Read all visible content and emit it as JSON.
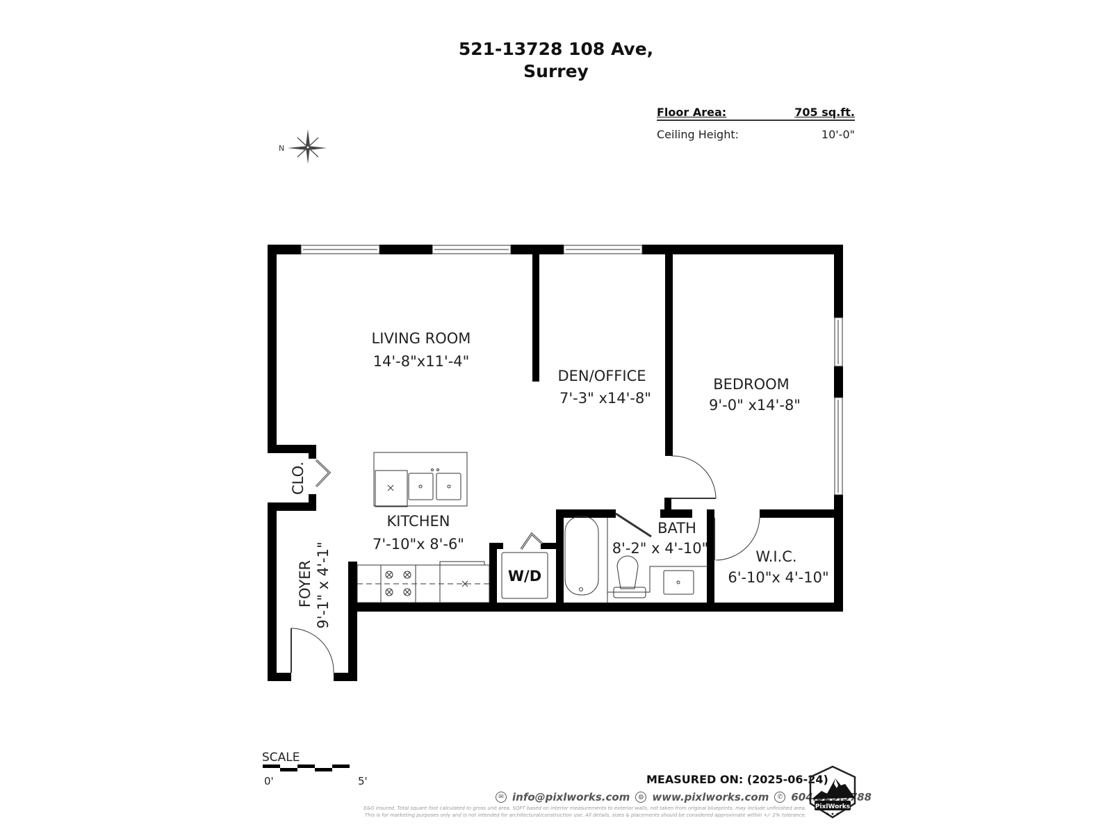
{
  "header": {
    "address_line1": "521-13728 108 Ave,",
    "address_line2": "Surrey"
  },
  "specs": {
    "floor_area_label": "Floor Area:",
    "floor_area_value": "705 sq.ft.",
    "ceiling_height_label": "Ceiling Height:",
    "ceiling_height_value": "10'-0\""
  },
  "compass": {
    "label": "N",
    "icon": "compass-rose-icon"
  },
  "rooms": [
    {
      "name": "LIVING ROOM",
      "dims": "14'-8\"x11'-4\""
    },
    {
      "name": "DEN/OFFICE",
      "dims": "7'-3\" x14'-8\""
    },
    {
      "name": "BEDROOM",
      "dims": "9'-0\" x14'-8\""
    },
    {
      "name": "KITCHEN",
      "dims": "7'-10\"x 8'-6\""
    },
    {
      "name": "BATH",
      "dims": "8'-2\" x 4'-10\""
    },
    {
      "name": "W.I.C.",
      "dims": "6'-10\"x 4'-10\""
    },
    {
      "name": "FOYER",
      "dims": "9'-1\" x 4'-1\""
    },
    {
      "name": "CLO.",
      "dims": ""
    }
  ],
  "fixtures": {
    "washer_dryer_label": "W/D"
  },
  "scale": {
    "label": "SCALE",
    "start": "0'",
    "end": "5'"
  },
  "footer": {
    "measured_on": "MEASURED ON: (2025-06-24)",
    "email": "info@pixlworks.com",
    "website": "www.pixlworks.com",
    "phone": "604.329.5788",
    "disclaimer_line1": "E&O Insured.  Total square foot calculated to gross unit area. SQFT based on interior measurements to exterior walls, not taken from original blueprints, may include unfinished area.",
    "disclaimer_line2": "This is for marketing purposes only and is not intended for architectural/construction use.  All details, sizes & placements should be considered approximate within +/- 2% tolerance.",
    "logo_text": "PixlWorks"
  }
}
